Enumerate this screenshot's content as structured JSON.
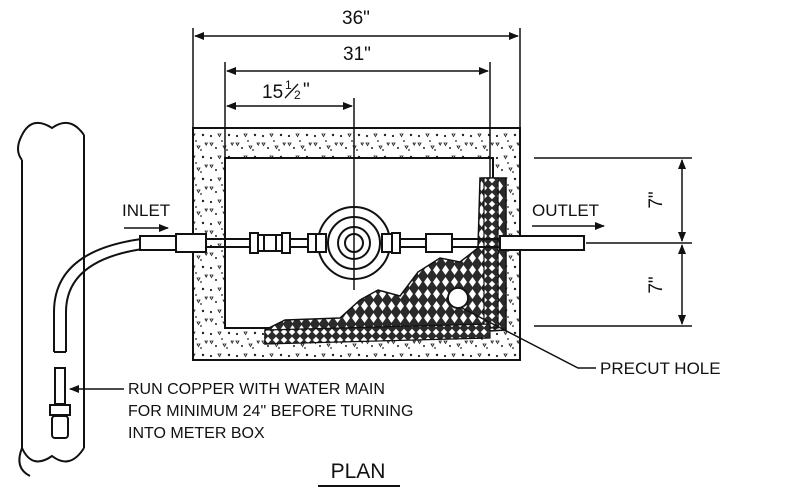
{
  "dimensions": {
    "overall": "36\"",
    "inner": "31\"",
    "center_whole": "15",
    "center_fraction_num": "1",
    "center_fraction_den": "2",
    "center_inch": "\"",
    "upper_vertical": "7\"",
    "lower_vertical": "7\""
  },
  "labels": {
    "inlet": "INLET",
    "outlet": "OUTLET",
    "precut_hole": "PRECUT HOLE",
    "note_line1": "RUN COPPER WITH WATER MAIN",
    "note_line2": "FOR MINIMUM 24\"  BEFORE TURNING",
    "note_line3": "INTO METER BOX",
    "title": "PLAN"
  },
  "colors": {
    "ink": "#111111",
    "paper": "#ffffff"
  }
}
